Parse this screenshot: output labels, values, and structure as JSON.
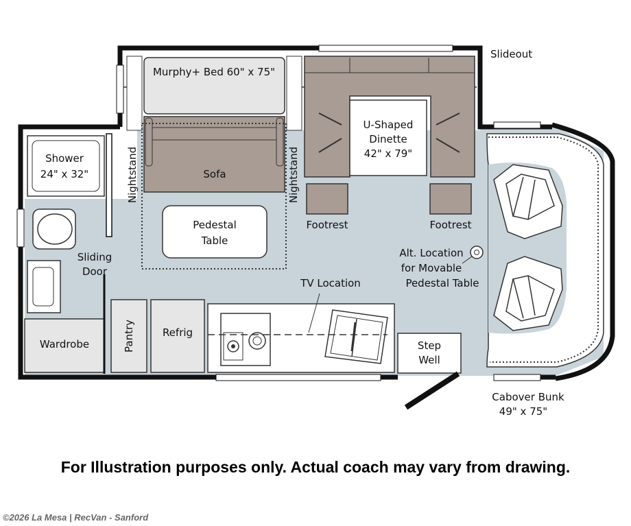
{
  "labels": {
    "slideout": "Slideout",
    "murphy_bed": "Murphy+ Bed 60\" x 75\"",
    "shower_1": "Shower",
    "shower_2": "24\" x 32\"",
    "sofa": "Sofa",
    "nightstand": "Nightstand",
    "dinette_1": "U-Shaped",
    "dinette_2": "Dinette",
    "dinette_3": "42\" x 79\"",
    "pedestal_1": "Pedestal",
    "pedestal_2": "Table",
    "footrest": "Footrest",
    "sliding_door_1": "Sliding",
    "sliding_door_2": "Door",
    "alt_location_1": "Alt. Location",
    "alt_location_2": "for Movable",
    "alt_location_3": "Pedestal Table",
    "tv_location": "TV Location",
    "wardrobe": "Wardrobe",
    "pantry": "Pantry",
    "refrig": "Refrig",
    "step_well_1": "Step",
    "step_well_2": "Well",
    "cabover_1": "Cabover Bunk",
    "cabover_2": "49\" x 75\""
  },
  "disclaimer": "For Illustration purposes only.  Actual coach may vary from drawing.",
  "credit": "©2026 La Mesa | RecVan - Sanford",
  "colors": {
    "floor": "#c9d3da",
    "wall": "#111111",
    "furniture": "#a89c95",
    "cabinet": "#e6e6e6"
  }
}
